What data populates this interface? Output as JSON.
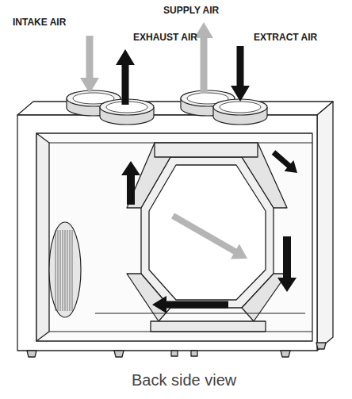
{
  "diagram": {
    "caption": "Back side view",
    "labels": [
      "INTAKE AIR",
      "EXHAUST AIR",
      "SUPPLY AIR",
      "EXTRACT AIR"
    ]
  }
}
